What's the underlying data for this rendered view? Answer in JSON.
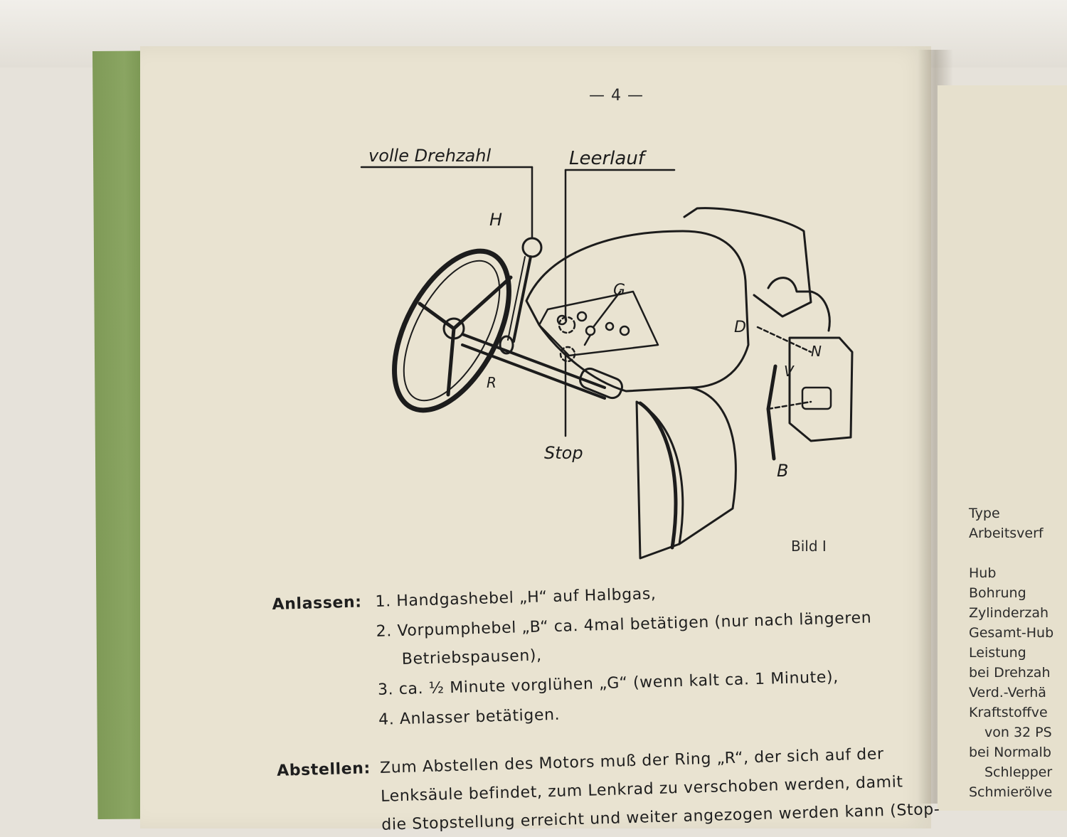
{
  "page_number": "— 4 —",
  "figure": {
    "labels": {
      "full_speed": "volle Drehzahl",
      "idle": "Leerlauf",
      "stop": "Stop",
      "h": "H",
      "g": "G",
      "d": "D",
      "n": "N",
      "v": "V",
      "r": "R",
      "b": "B"
    },
    "caption": "Bild I"
  },
  "anlassen": {
    "label": "Anlassen:",
    "steps": [
      "1. Handgashebel „H“ auf Halbgas,",
      "2. Vorpumphebel „B“ ca. 4mal betätigen (nur nach längeren",
      "Betriebspausen),",
      "3. ca. ½ Minute vorglühen „G“ (wenn kalt ca. 1 Minute),",
      "4. Anlasser betätigen."
    ]
  },
  "abstellen": {
    "label": "Abstellen:",
    "lines": [
      "Zum Abstellen des Motors muß der Ring „R“, der sich auf der",
      "Lenksäule befindet, zum Lenkrad zu verschoben werden, damit",
      "die Stopstellung erreicht und weiter angezogen werden kann (Stop-"
    ]
  },
  "right_page": {
    "specs": [
      "Type",
      "Arbeitsverf",
      "",
      "Hub",
      "Bohrung",
      "Zylinderzah",
      "Gesamt-Hub",
      "Leistung",
      "bei Drehzah",
      "Verd.-Verhä",
      "Kraftstoffve",
      "von 32 PS",
      "bei Normalb",
      "Schlepper",
      "Schmierölve"
    ]
  }
}
